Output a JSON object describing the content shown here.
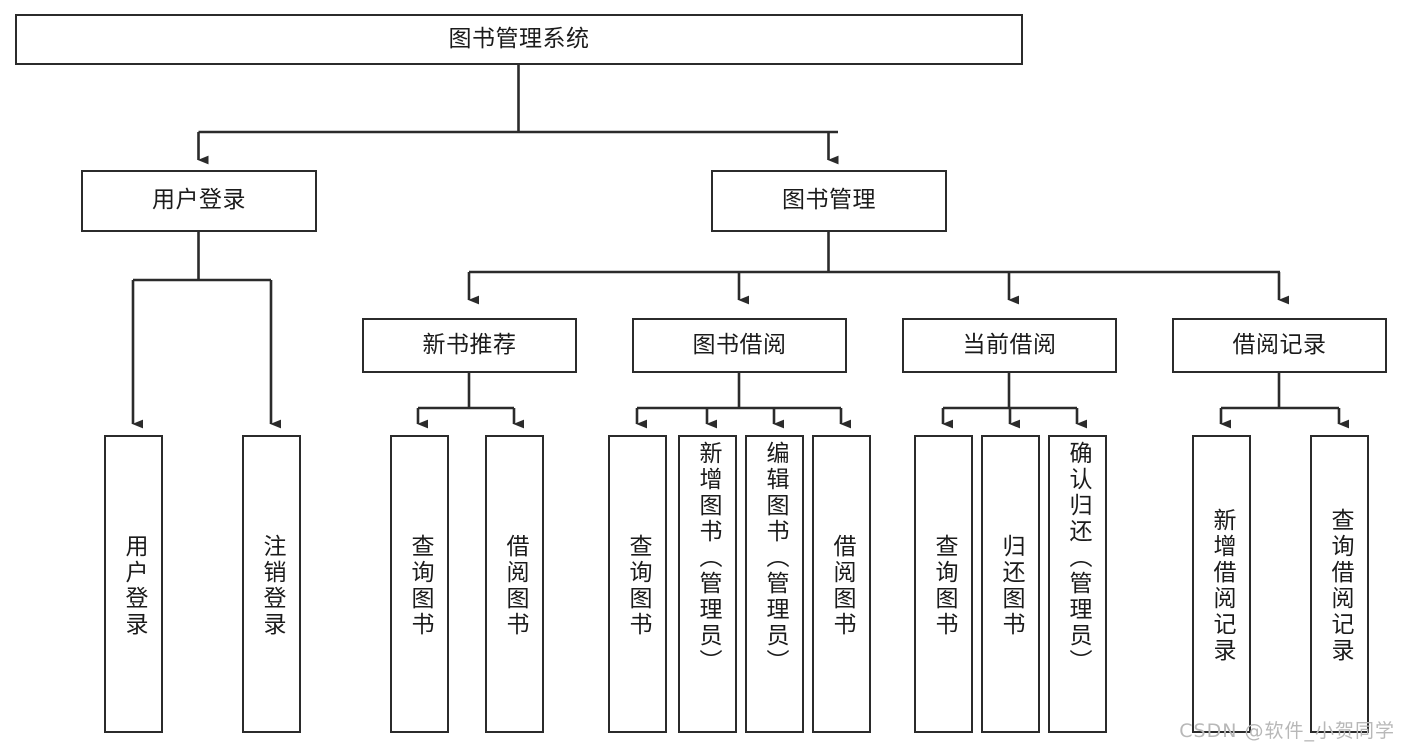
{
  "diagram": {
    "title": "图书管理系统",
    "type": "tree-hierarchy-diagram",
    "root": {
      "id": "root",
      "label": "图书管理系统"
    },
    "level2": [
      {
        "id": "user-login",
        "label": "用户登录"
      },
      {
        "id": "book-management",
        "label": "图书管理"
      }
    ],
    "level3": [
      {
        "id": "new-book-recommend",
        "label": "新书推荐",
        "parent": "book-management"
      },
      {
        "id": "book-borrow",
        "label": "图书借阅",
        "parent": "book-management"
      },
      {
        "id": "current-borrow",
        "label": "当前借阅",
        "parent": "book-management"
      },
      {
        "id": "borrow-record",
        "label": "借阅记录",
        "parent": "book-management"
      }
    ],
    "leaves": [
      {
        "id": "leaf-user-login",
        "label": "用户登录",
        "parent": "user-login"
      },
      {
        "id": "leaf-logout-login",
        "label": "注销登录",
        "parent": "user-login"
      },
      {
        "id": "leaf-query-book-1",
        "label": "查询图书",
        "parent": "new-book-recommend"
      },
      {
        "id": "leaf-borrow-book-1",
        "label": "借阅图书",
        "parent": "new-book-recommend"
      },
      {
        "id": "leaf-query-book-2",
        "label": "查询图书",
        "parent": "book-borrow"
      },
      {
        "id": "leaf-add-book-admin",
        "label": "新增图书（管理员）",
        "parent": "book-borrow"
      },
      {
        "id": "leaf-edit-book-admin",
        "label": "编辑图书（管理员）",
        "parent": "book-borrow"
      },
      {
        "id": "leaf-borrow-book-2",
        "label": "借阅图书",
        "parent": "book-borrow"
      },
      {
        "id": "leaf-query-book-3",
        "label": "查询图书",
        "parent": "current-borrow"
      },
      {
        "id": "leaf-return-book",
        "label": "归还图书",
        "parent": "current-borrow"
      },
      {
        "id": "leaf-confirm-return-admin",
        "label": "确认归还（管理员）",
        "parent": "current-borrow"
      },
      {
        "id": "leaf-add-borrow-record",
        "label": "新增借阅记录",
        "parent": "borrow-record"
      },
      {
        "id": "leaf-query-borrow-record",
        "label": "查询借阅记录",
        "parent": "borrow-record"
      }
    ]
  },
  "watermark": {
    "text": "CSDN @软件_小贺同学"
  },
  "colors": {
    "stroke": "#2b2b2b",
    "fill": "#ffffff",
    "text": "#1b1b1b",
    "watermark": "#b8b8b8"
  }
}
